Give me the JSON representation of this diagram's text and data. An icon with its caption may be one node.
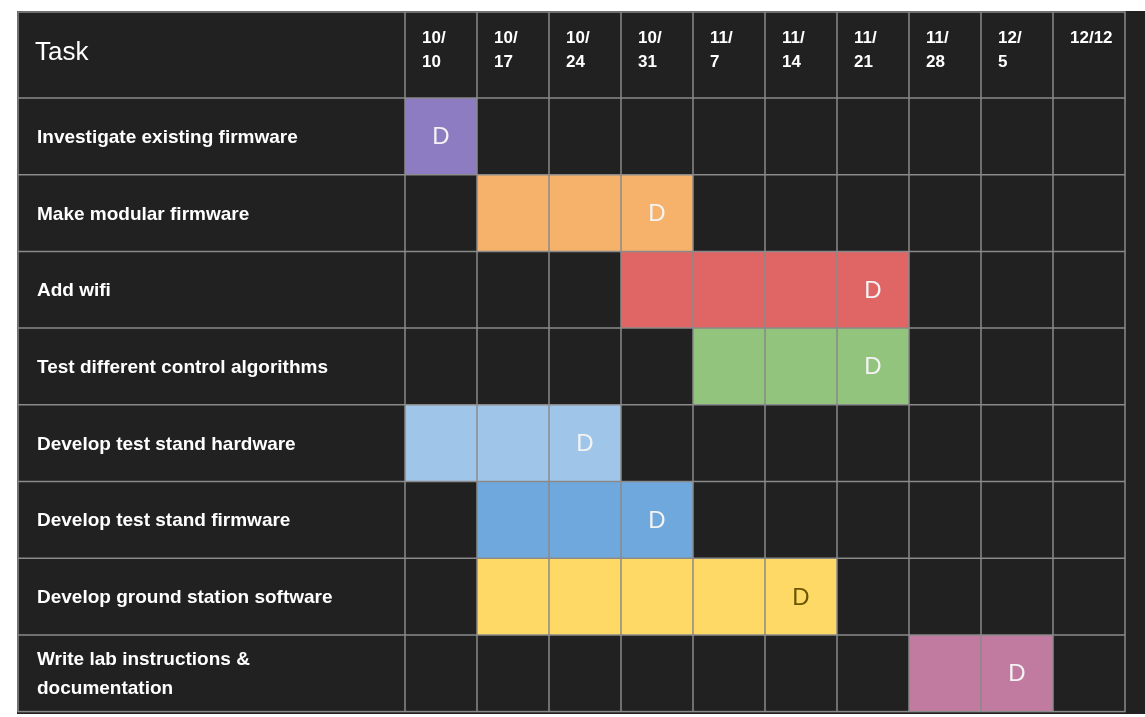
{
  "diagram": {
    "nodes": [
      {
        "text": [
          "D"
        ]
      },
      {
        "text": [
          "D"
        ]
      },
      {
        "text": [
          "D"
        ]
      },
      {
        "text": [
          "D"
        ]
      },
      {
        "text": [
          "D"
        ]
      },
      {
        "text": [
          "D"
        ]
      },
      {
        "text": [
          "D"
        ]
      },
      {
        "text": [
          "D"
        ]
      }
    ],
    "labels": [
      "Task",
      "10/ 10",
      "10/ 17",
      "10/ 24",
      "10/ 31",
      "11/ 7",
      "11/ 14",
      "11/ 21",
      "11/ 28",
      "12/ 5",
      "12/12",
      "Investigate existing firmware",
      "Make modular firmware",
      "Add wifi",
      "Test different control algorithms",
      "Develop test stand hardware",
      "Develop test stand firmware",
      "Develop ground station software",
      "Write lab instructions & documentation"
    ]
  }
}
